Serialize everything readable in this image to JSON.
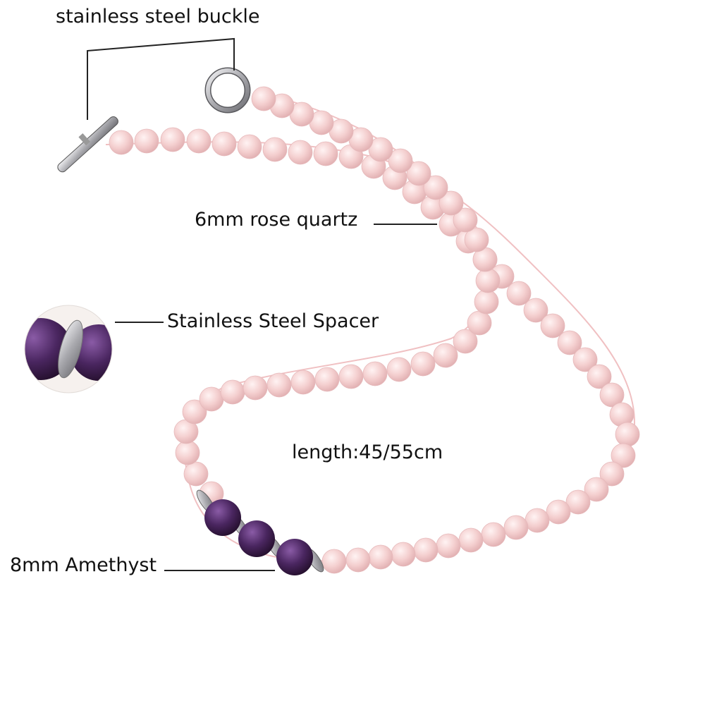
{
  "labels": {
    "buckle": "stainless steel buckle",
    "rose_quartz": "6mm rose quartz",
    "spacer": "Stainless Steel Spacer",
    "length": "length:45/55cm",
    "amethyst": "8mm Amethyst"
  },
  "colors": {
    "rose_quartz": "#f4cfcf",
    "amethyst": "#4a2660",
    "steel": "#c9c9cc",
    "text": "#111111",
    "leader_line": "#222222"
  }
}
